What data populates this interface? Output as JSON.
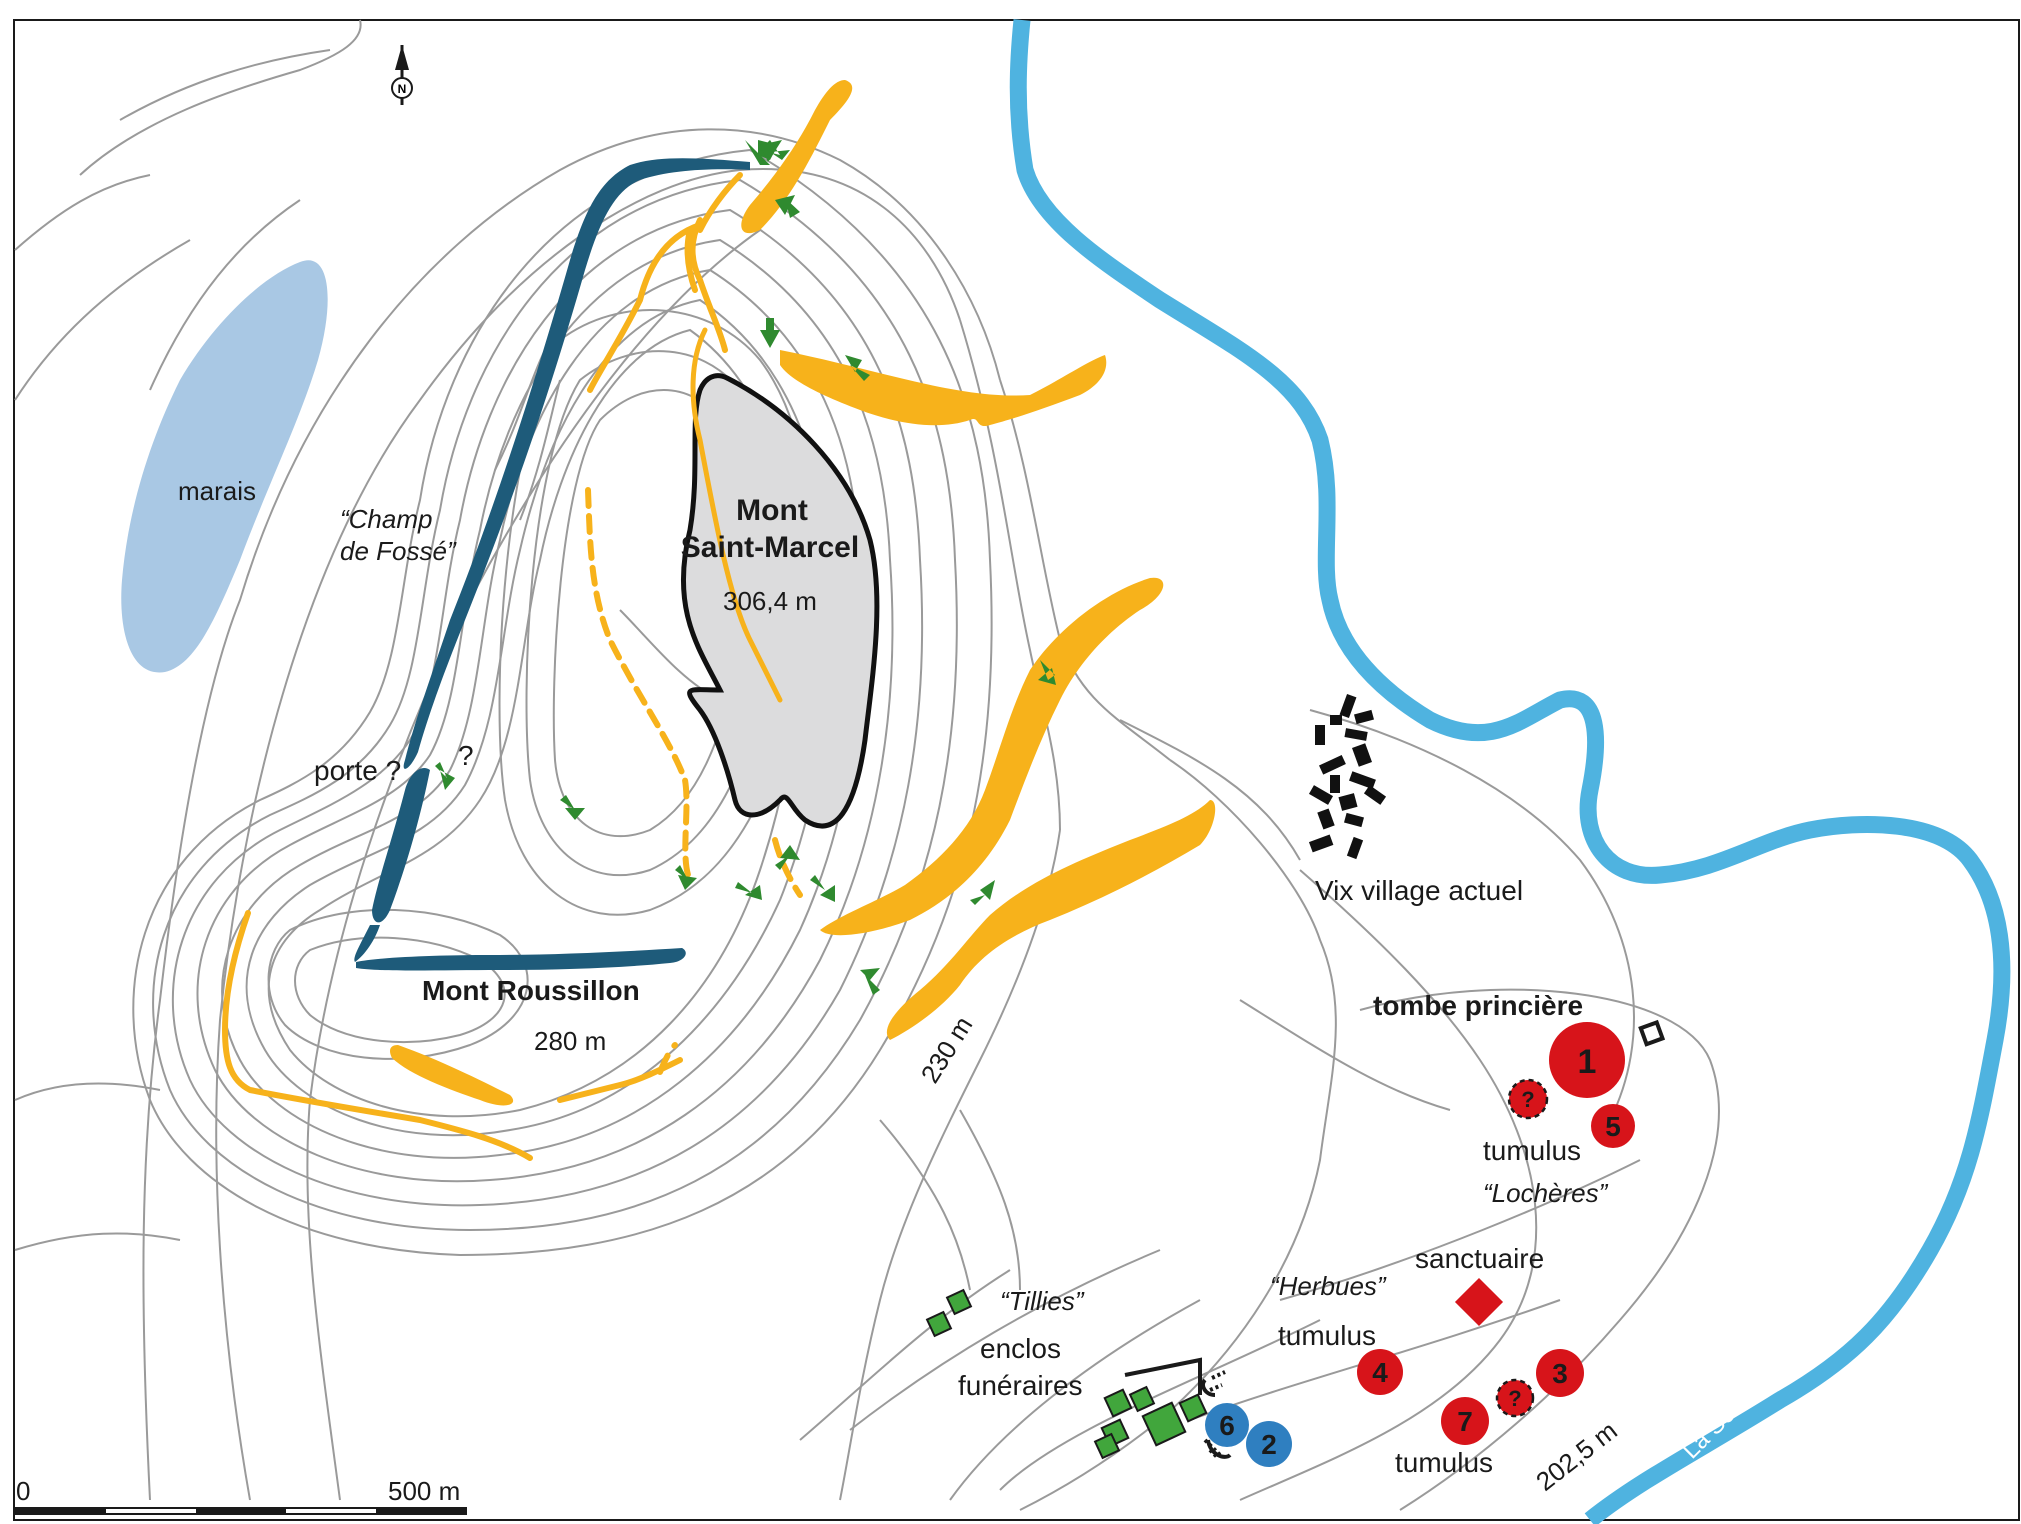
{
  "labels": {
    "marais": "marais",
    "champ_line1": "“Champ",
    "champ_line2": "de Fossé”",
    "mont_saint_marcel_1": "Mont",
    "mont_saint_marcel_2": "Saint-Marcel",
    "saint_marcel_alt": "306,4 m",
    "porte": "porte ?",
    "porte_q": "?",
    "mont_roussillon": "Mont Roussillon",
    "roussillon_alt": "280 m",
    "contour_230": "230 m",
    "vix_village": "Vix village actuel",
    "tombe": "tombe princière",
    "tumulus_1": "tumulus",
    "locheres": "“Lochères”",
    "sanctuaire": "sanctuaire",
    "herbues": "“Herbues”",
    "tumulus_2": "tumulus",
    "tillies": "“Tillies”",
    "enclos_1": "enclos",
    "enclos_2": "funéraires",
    "tumulus_3": "tumulus",
    "contour_202": "202,5 m",
    "la_seine": "La Seine",
    "scale_zero": "0",
    "scale_500": "500 m",
    "north": "N"
  },
  "markers": {
    "m1": "1",
    "m5": "5",
    "mq1": "?",
    "m4": "4",
    "m3": "3",
    "m7": "7",
    "mq2": "?",
    "m6": "6",
    "m2": "2"
  },
  "colors": {
    "river": "#4fb3e0",
    "marsh": "#a9c8e4",
    "summit": "#dcdcdd",
    "rampart_yellow": "#f7b21b",
    "rampart_blue": "#1e5b7a",
    "arrows": "#2f8a2f",
    "tumulus_red": "#d7141a",
    "tumulus_blue": "#2f7fc0",
    "enclosure_green": "#41a63c"
  }
}
